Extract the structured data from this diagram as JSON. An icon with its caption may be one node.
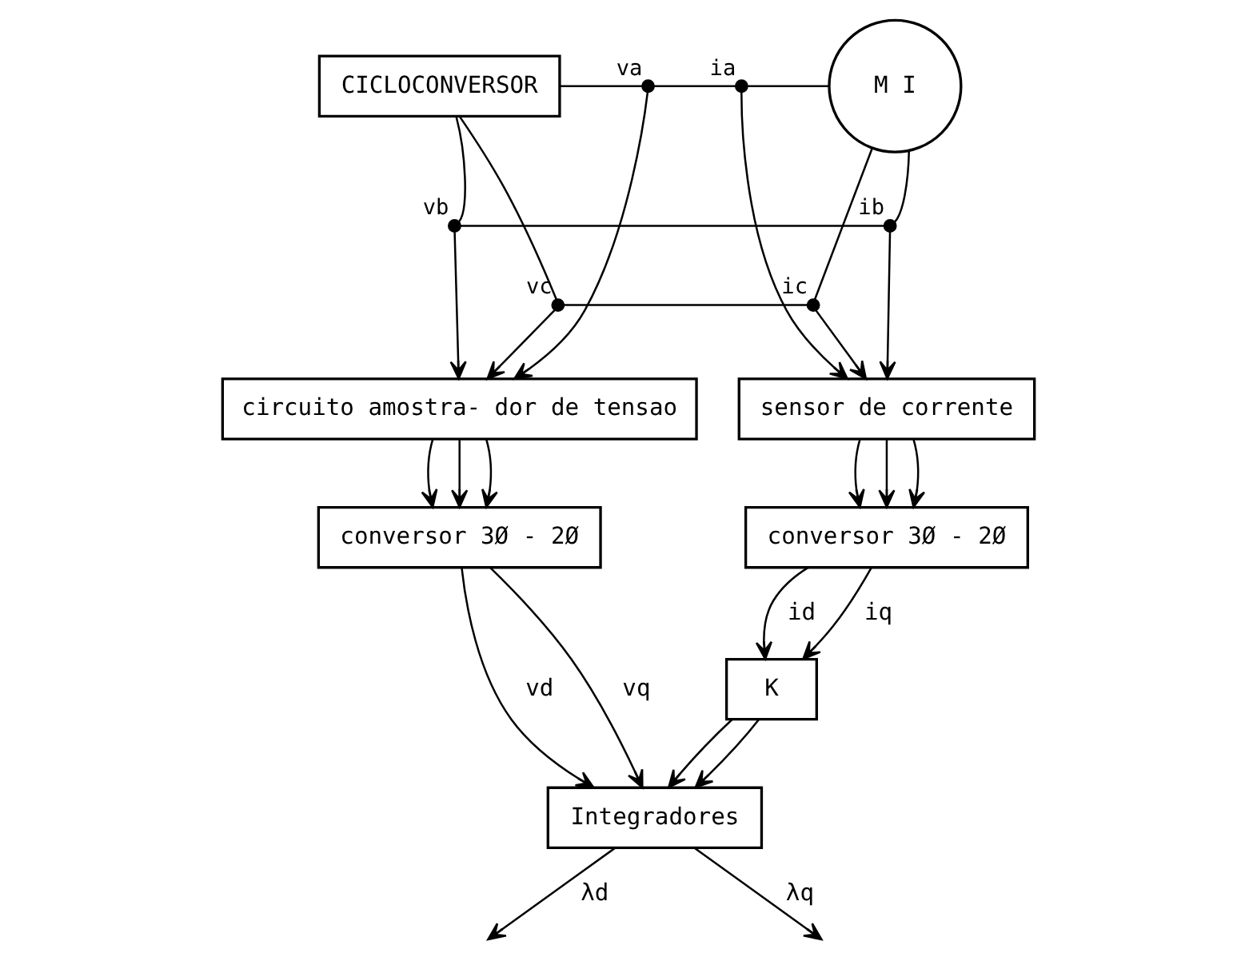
{
  "diagram": {
    "nodes": [
      {
        "text": [
          "CICLOCONVERSOR"
        ]
      },
      {
        "text": [
          "va"
        ]
      },
      {
        "text": [
          "ia"
        ]
      },
      {
        "text": [
          "M I"
        ]
      },
      {
        "text": [
          "vb"
        ]
      },
      {
        "text": [
          "ib"
        ]
      },
      {
        "text": [
          "vc"
        ]
      },
      {
        "text": [
          "ic"
        ]
      },
      {
        "text": [
          "circuito amostra- dor de tensao"
        ]
      },
      {
        "text": [
          "sensor de corrente"
        ]
      },
      {
        "text": [
          "conversor 3Ø - 2Ø"
        ]
      },
      {
        "text": [
          "conversor 3Ø - 2Ø"
        ]
      },
      {
        "text": [
          "K"
        ]
      },
      {
        "text": [
          "Integradores"
        ]
      }
    ],
    "edges": [
      {
        "from": 0,
        "to": 1,
        "arrow": "none"
      },
      {
        "from": 1,
        "to": 2,
        "arrow": "none"
      },
      {
        "from": 2,
        "to": 3,
        "arrow": "none"
      },
      {
        "from": 0,
        "to": 4,
        "arrow": "none"
      },
      {
        "from": 4,
        "to": 5,
        "arrow": "none"
      },
      {
        "from": 5,
        "to": 3,
        "arrow": "none"
      },
      {
        "from": 0,
        "to": 6,
        "arrow": "none"
      },
      {
        "from": 6,
        "to": 7,
        "arrow": "none"
      },
      {
        "from": 7,
        "to": 3,
        "arrow": "none"
      },
      {
        "from": 1,
        "to": 8,
        "arrow": "to"
      },
      {
        "from": 4,
        "to": 8,
        "arrow": "to"
      },
      {
        "from": 6,
        "to": 8,
        "arrow": "to"
      },
      {
        "from": 2,
        "to": 9,
        "arrow": "to"
      },
      {
        "from": 5,
        "to": 9,
        "arrow": "to"
      },
      {
        "from": 7,
        "to": 9,
        "arrow": "to"
      },
      {
        "from": 8,
        "to": 10,
        "arrow": "to"
      },
      {
        "from": 8,
        "to": 10,
        "arrow": "to"
      },
      {
        "from": 8,
        "to": 10,
        "arrow": "to"
      },
      {
        "from": 9,
        "to": 11,
        "arrow": "to"
      },
      {
        "from": 9,
        "to": 11,
        "arrow": "to"
      },
      {
        "from": 9,
        "to": 11,
        "arrow": "to"
      },
      {
        "from": 10,
        "to": 13,
        "arrow": "to",
        "label": "vd"
      },
      {
        "from": 10,
        "to": 13,
        "arrow": "to",
        "label": "vq"
      },
      {
        "from": 11,
        "to": 12,
        "arrow": "to",
        "label": "id"
      },
      {
        "from": 11,
        "to": 12,
        "arrow": "to",
        "label": "iq"
      },
      {
        "from": 12,
        "to": 13,
        "arrow": "to"
      },
      {
        "from": 12,
        "to": 13,
        "arrow": "to"
      },
      {
        "from": 13,
        "to": null,
        "arrow": "to",
        "label": "λd"
      },
      {
        "from": 13,
        "to": null,
        "arrow": "to",
        "label": "λq"
      }
    ]
  }
}
